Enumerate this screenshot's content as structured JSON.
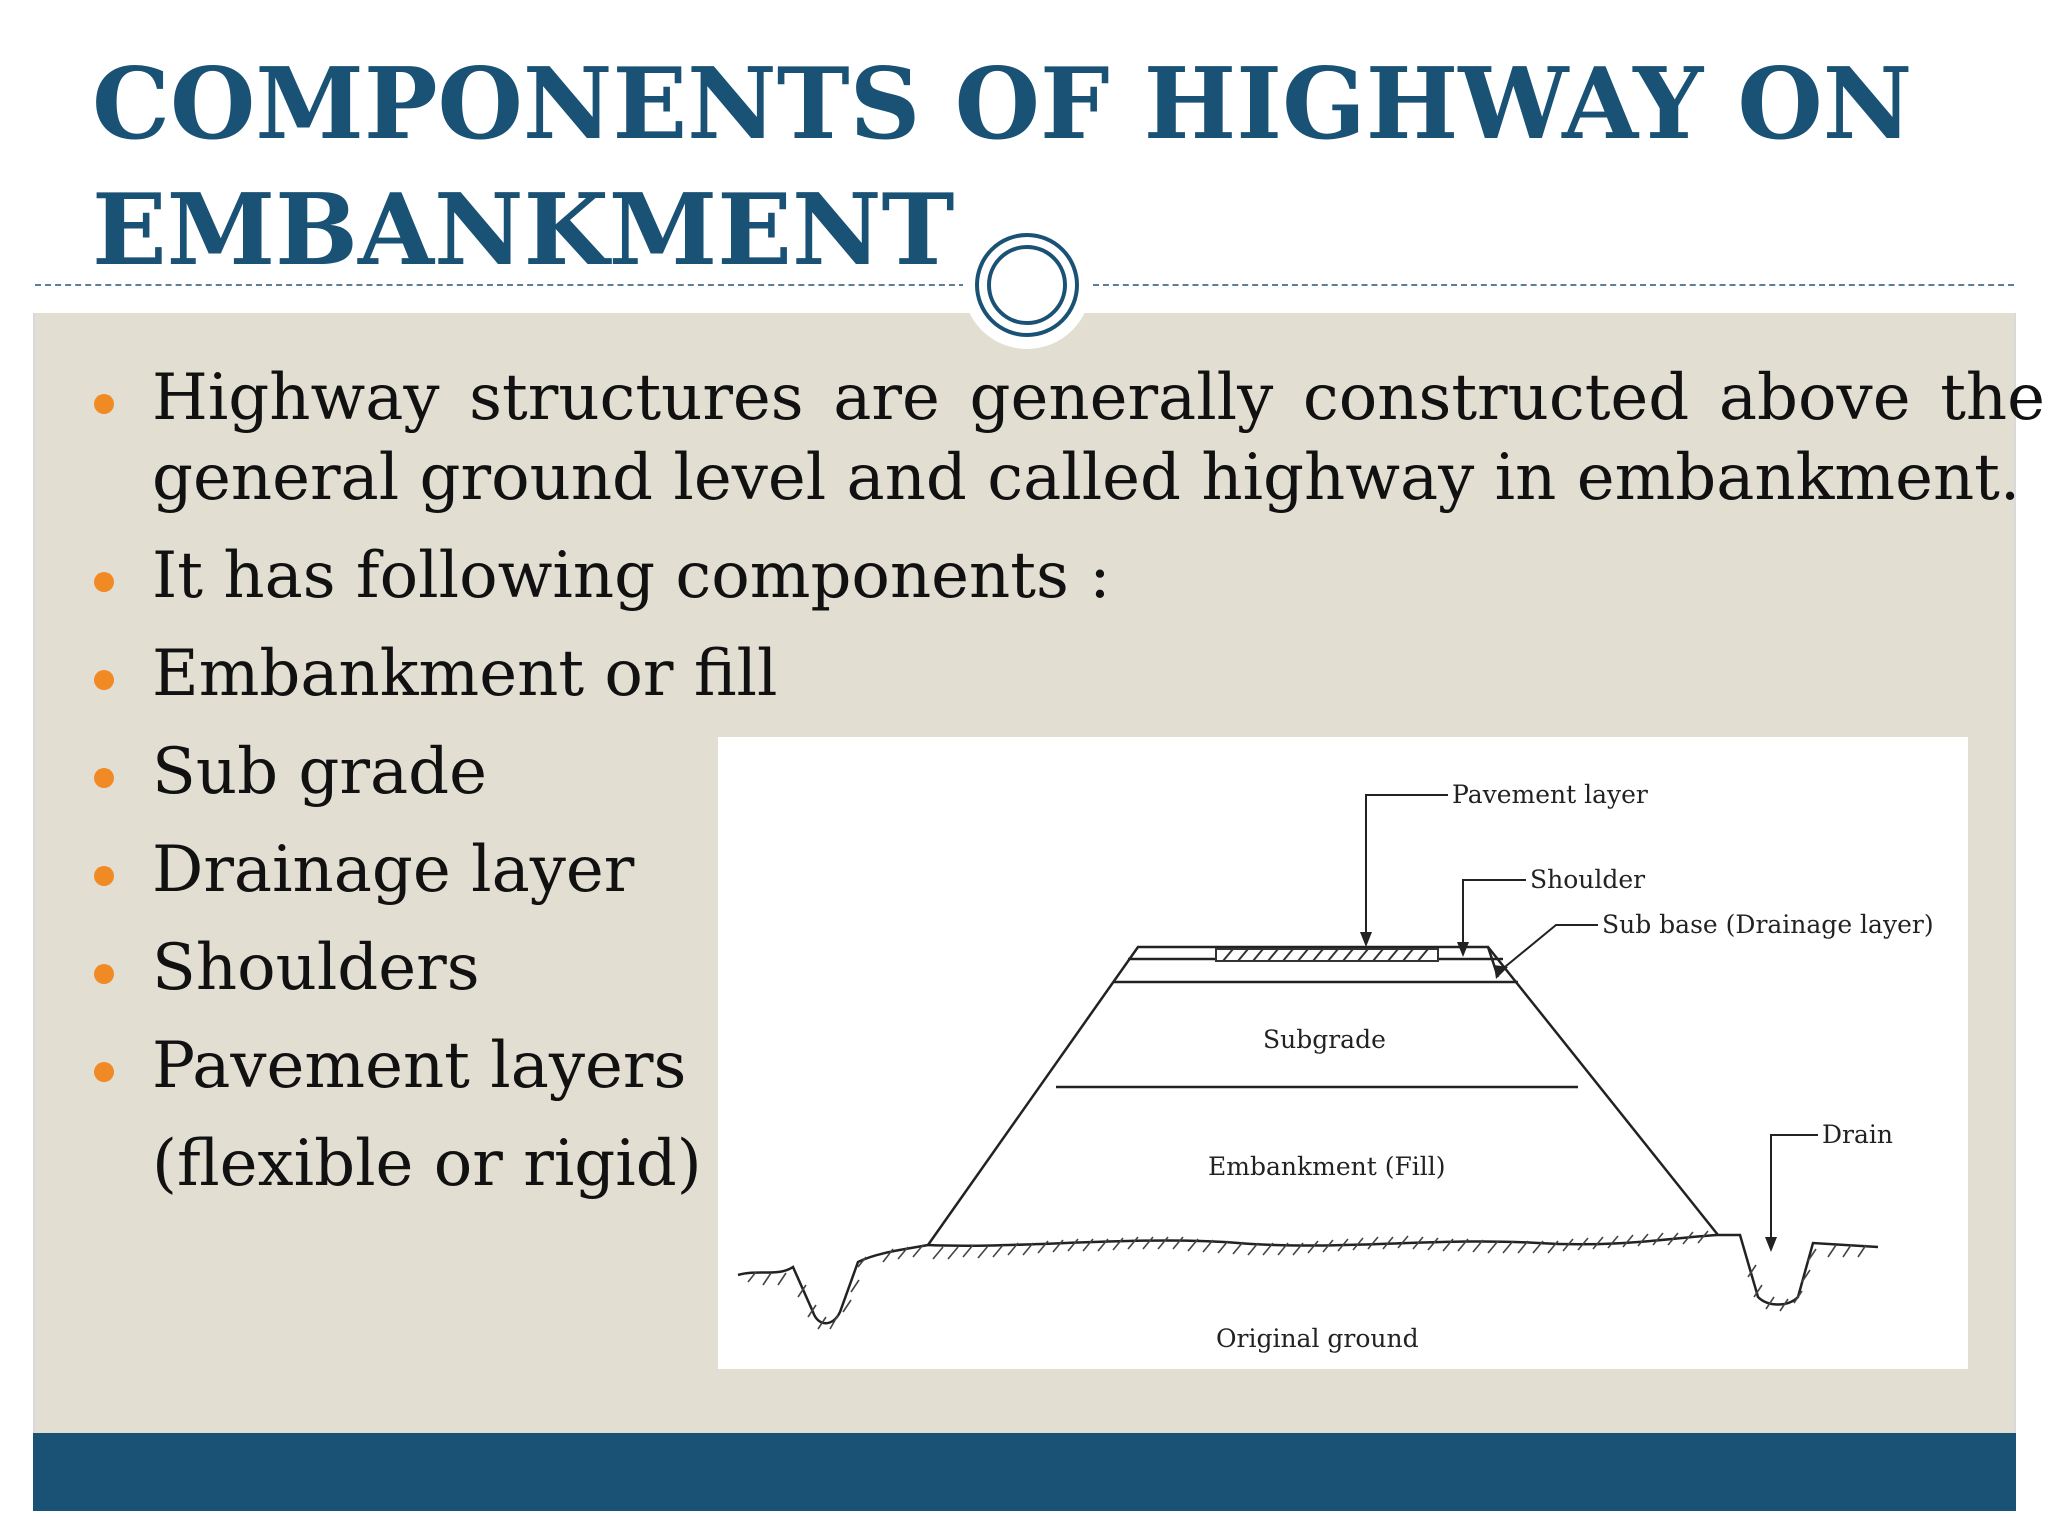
{
  "slide": {
    "title": "COMPONENTS OF HIGHWAY ON EMBANKMENT",
    "title_line1": "COMPONENTS OF HIGHWAY ON",
    "title_line2": "EMBANKMENT",
    "colors": {
      "title": "#1a5276",
      "bullet": "#f08a24",
      "content_bg": "#e3ded2",
      "footer": "#1a5276"
    }
  },
  "bullets": [
    {
      "text": "Highway structures are generally constructed above the"
    },
    {
      "text": "general ground level and called highway in embankment."
    },
    {
      "text": "It has following components :"
    },
    {
      "text": "Embankment or fill"
    },
    {
      "text": "Sub grade"
    },
    {
      "text": "Drainage layer"
    },
    {
      "text": "Shoulders"
    },
    {
      "text": "Pavement layers"
    },
    {
      "text": "(flexible or rigid)"
    }
  ],
  "diagram": {
    "labels": {
      "pavement_layer": "Pavement layer",
      "shoulder": "Shoulder",
      "sub_base": "Sub base (Drainage layer)",
      "subgrade": "Subgrade",
      "embankment": "Embankment (Fill)",
      "drain": "Drain",
      "original_ground": "Original ground"
    }
  }
}
